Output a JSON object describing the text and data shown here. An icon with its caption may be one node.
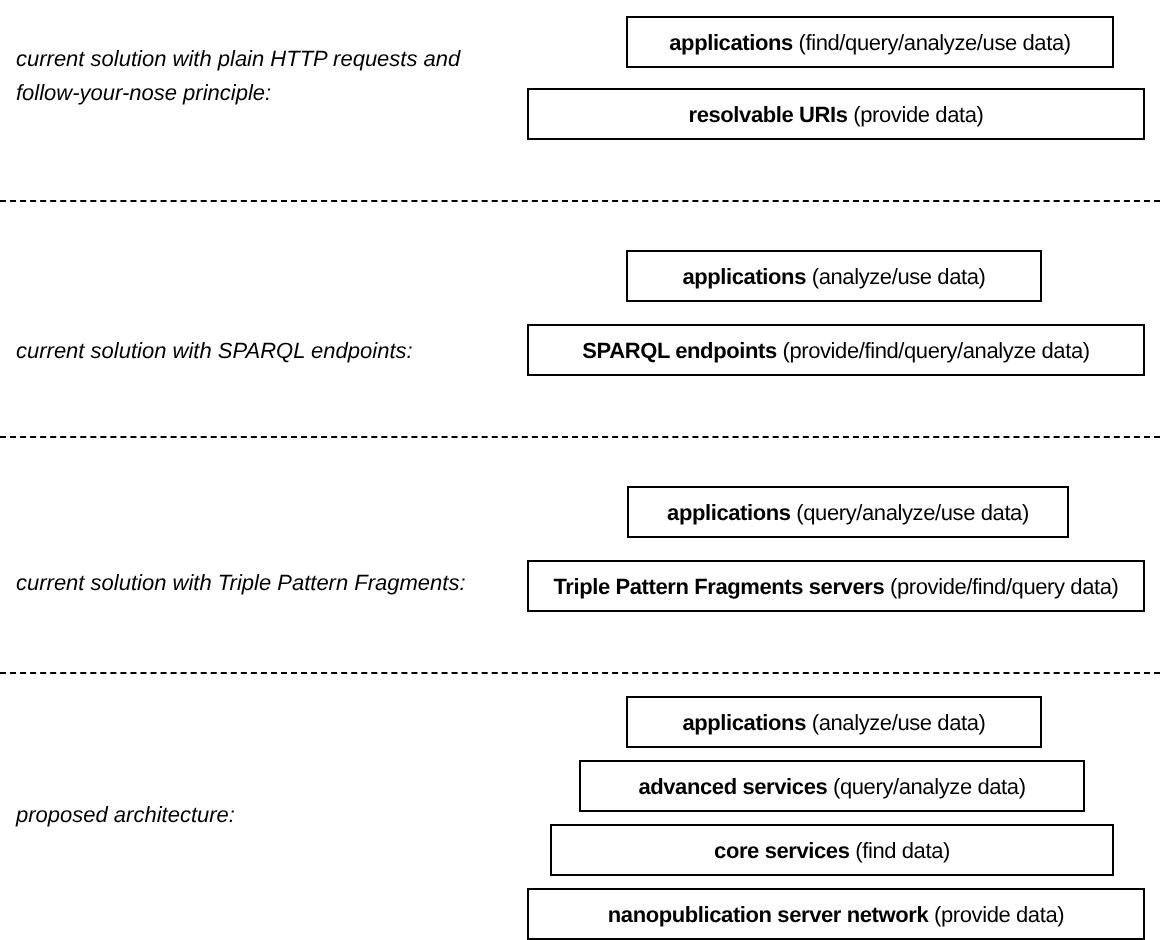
{
  "diagram": {
    "nodes": [
      {
        "text": [
          "**applications** (find/query/analyze/use data)"
        ]
      },
      {
        "text": [
          "**resolvable URIs** (provide data)"
        ]
      },
      {
        "text": [
          "**applications** (analyze/use data)"
        ]
      },
      {
        "text": [
          "**SPARQL endpoints** (provide/find/query/analyze data)"
        ]
      },
      {
        "text": [
          "**applications** (query/analyze/use data)"
        ]
      },
      {
        "text": [
          "**Triple Pattern Fragments servers** (provide/find/query data)"
        ]
      },
      {
        "text": [
          "**applications** (analyze/use data)"
        ]
      },
      {
        "text": [
          "**advanced services** (query/analyze data)"
        ]
      },
      {
        "text": [
          "**core services** (find data)"
        ]
      },
      {
        "text": [
          "**nanopublication server network** (provide data)"
        ]
      }
    ],
    "edges": [],
    "labels": [
      "current solution with plain HTTP requests and follow-your-nose principle:",
      "current solution with SPARQL endpoints:",
      "current solution with Triple Pattern Fragments:",
      "proposed architecture:"
    ]
  }
}
